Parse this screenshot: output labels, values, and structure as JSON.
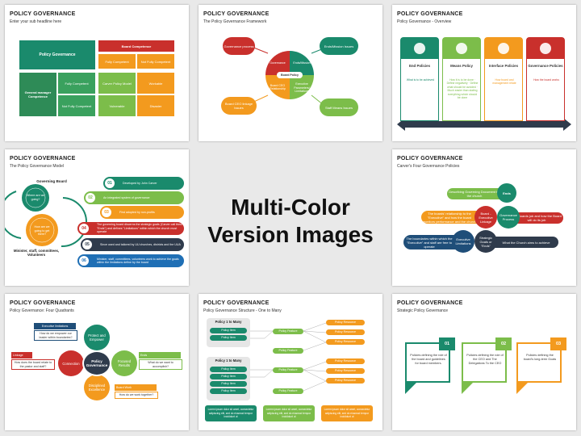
{
  "center_heading": {
    "line1": "Multi-Color",
    "line2": "Version Images"
  },
  "slides": {
    "s1": {
      "title": "POLICY GOVERNANCE",
      "subtitle": "Enter your sub headline here",
      "policy_governance": "Policy Governance",
      "board_competence": "Board Competence",
      "fully_competent": "Fully Competent",
      "not_fully_competent": "Not Fully Competent",
      "gm_competence": "General manager Competence",
      "fc_left": "Fully Competent",
      "nfc_left": "Not Fully Competent",
      "cell1": "Carver Policy Model",
      "cell2": "Workable",
      "cell3": "Vulnerable",
      "cell4": "Disaster"
    },
    "s2": {
      "title": "POLICY GOVERNANCE",
      "subtitle": "The Policy Governance Framework",
      "governance_process": "Governance process",
      "ends_issues": "Ends/Mission Issues",
      "governance": "Governance",
      "ends_mission": "Ends/Mission",
      "board_policy": "Board Policy",
      "board_ceo": "Board CEO Relationship",
      "exec_limitations": "Executive Parameters/ Limitations",
      "board_ceo_linkage": "Board CEO linkage Issues",
      "staff_means": "Staff Means Issues"
    },
    "s3": {
      "title": "POLICY GOVERNANCE",
      "subtitle": "Policy Governance - Overview",
      "cards": [
        {
          "label": "End Policies",
          "text": "What is to be achieved",
          "icon": "target-icon"
        },
        {
          "label": "Means Policy",
          "text": "How it is to be done · Define negatively · Define what should be avoided · Much easier than stating everything which should be done",
          "icon": "gear-icon"
        },
        {
          "label": "Interface Policies",
          "text": "How board and management relate",
          "icon": "arrows-icon"
        },
        {
          "label": "Governance Policies",
          "text": "How the board works",
          "icon": "people-icon"
        }
      ]
    },
    "s4": {
      "title": "POLICY GOVERNANCE",
      "subtitle": "The Policy Governance Model",
      "governing_board": "Governing Board",
      "where_going": "Where are we going?",
      "how_get_there": "How are we going to get there?",
      "ministers": "Minister, staff, committees, Volunteers",
      "steps": [
        {
          "num": "01",
          "text": "Developed by John Carver"
        },
        {
          "num": "02",
          "text": "An integrated system of governance"
        },
        {
          "num": "03",
          "text": "First adopted by non-profits"
        },
        {
          "num": "04",
          "text": "The governing board discerns the strategic goals (Carver call them \"Ends\") and defines \"Limitations\" within which the church must operate"
        },
        {
          "num": "05",
          "text": "Since used and tailored by UU churches, districts and the UUA"
        },
        {
          "num": "06",
          "text": "Minister, staff, committees, volunteers work to achieve the goals within the limitations define by the board"
        }
      ]
    },
    "s5": {
      "title": "POLICY GOVERNANCE",
      "subtitle": "Carver's Four Governance Policies",
      "ends": "Ends",
      "board_exec": "Board - Executive Linkage",
      "governance_process": "Governance Process",
      "executive_limitations": "Executive Limitations",
      "strategic_goals": "Strategic Goals or \"Ends\"",
      "t1": "Describing Governing Document for the church",
      "t2": "The boards' relationship to the \"Executive\" and how the board monitors performance and the church",
      "t3": "The Boards job and how the Board will do its job",
      "t4": "The boundaries within which the \"Executive\" and staff are free to operate",
      "t5": "What the Church aims to achieve"
    },
    "s7": {
      "title": "POLICY GOVERNANCE",
      "subtitle": "Policy Governance: Four Quadrants",
      "exec_limitations": "Executive limitations",
      "exec_q": "How do we empower our leader within boundaries?",
      "linkage": "Linkage",
      "linkage_q": "How does the board relate to the pastor and staff?",
      "ends": "Ends",
      "ends_q": "What do we want to accomplish?",
      "board_work": "Board Work",
      "board_q": "How do we work together?",
      "protect": "Protect and Empower",
      "connection": "Connection",
      "focused": "Focused Results",
      "disciplined": "Disciplined Excellence",
      "center": "Policy Governance"
    },
    "s8": {
      "title": "POLICY GOVERNANCE",
      "subtitle": "Policy Governance Structure - One to Many",
      "policy_1_many": "Policy 1 to Many",
      "policy_item": "Policy Item",
      "policy_feature": "Policy Feature",
      "policy_resource": "Policy Resource",
      "lorem": "Lorem ipsum dolor sit amet, consectetur adipiscing elit, sed do eiusmod tempor incididunt ut"
    },
    "s9": {
      "title": "POLICY GOVERNANCE",
      "subtitle": "Strategic Policy Governance",
      "items": [
        {
          "num": "01",
          "text": "Policies defining the role of the board and guidelines for board members."
        },
        {
          "num": "02",
          "text": "Policies defining the role of the CEO and The Delegations To the CEO"
        },
        {
          "num": "03",
          "text": "Policies defining the board's long-term Goals"
        }
      ]
    }
  }
}
